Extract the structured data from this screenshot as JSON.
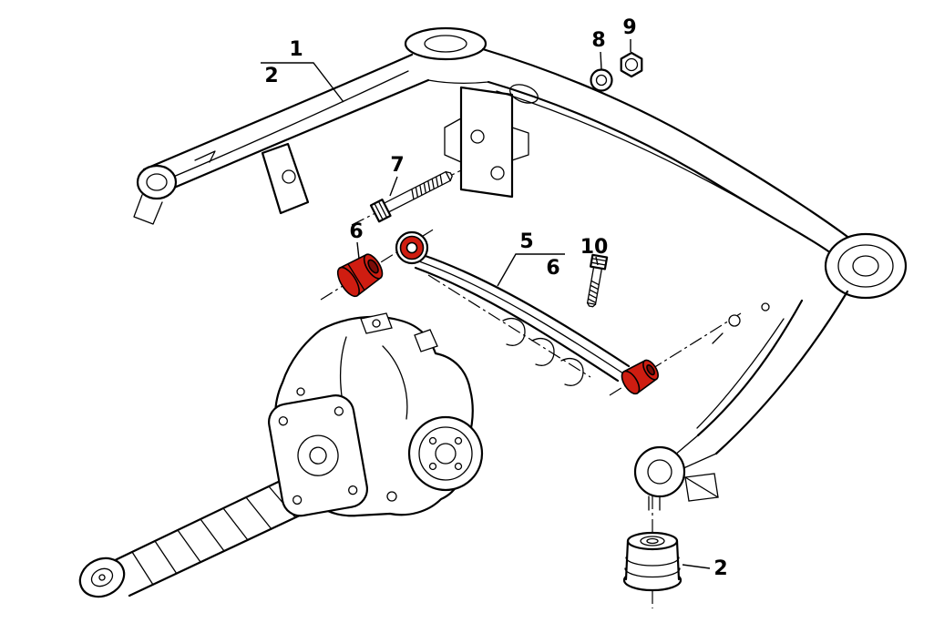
{
  "colors": {
    "background": "#ffffff",
    "line": "#000000",
    "highlight": "#cf1d11",
    "highlight_dark": "#7a0d08"
  },
  "callouts": {
    "c1": {
      "label": "1"
    },
    "c2_top": {
      "label": "2"
    },
    "c5": {
      "label": "5"
    },
    "c6_left": {
      "label": "6"
    },
    "c6_mid": {
      "label": "6"
    },
    "c7": {
      "label": "7"
    },
    "c8": {
      "label": "8"
    },
    "c9": {
      "label": "9"
    },
    "c10": {
      "label": "10"
    },
    "c2_bottom": {
      "label": "2"
    }
  }
}
